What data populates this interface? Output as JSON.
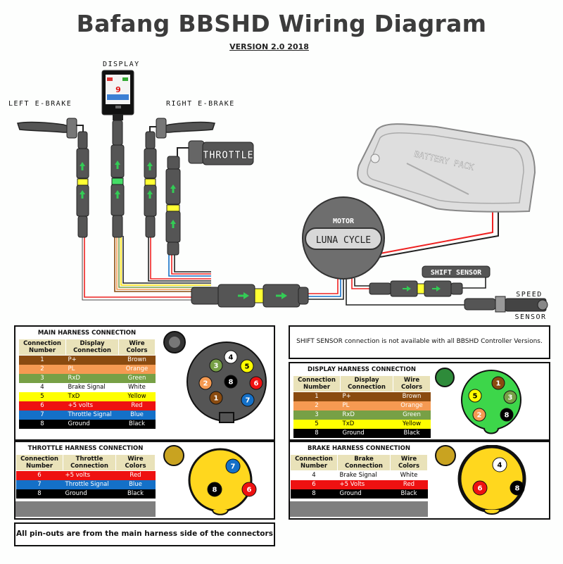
{
  "title": "Bafang BBSHD Wiring Diagram",
  "version": "VERSION 2.0  2018",
  "diagram_labels": {
    "display": "DISPLAY",
    "left_brake": "LEFT E-BRAKE",
    "right_brake": "RIGHT E-BRAKE",
    "throttle": "THROTTLE",
    "battery": "BATTERY PACK",
    "motor": "MOTOR",
    "motor_brand": "LUNA CYCLE",
    "shift_sensor": "SHIFT SENSOR",
    "speed": "SPEED",
    "sensor": "SENSOR",
    "display_screen_number": "9"
  },
  "main_harness": {
    "title": "MAIN HARNESS CONNECTION",
    "headers": [
      "Connection Number",
      "Display Connection",
      "Wire Colors"
    ],
    "rows": [
      {
        "num": "1",
        "conn": "P+",
        "color": "Brown",
        "bg": "#8a4b10",
        "fg": "#ffffff"
      },
      {
        "num": "2",
        "conn": "PL",
        "color": "Orange",
        "bg": "#f59a52",
        "fg": "#ffffff"
      },
      {
        "num": "3",
        "conn": "RxD",
        "color": "Green",
        "bg": "#77a046",
        "fg": "#ffffff"
      },
      {
        "num": "4",
        "conn": "Brake Signal",
        "color": "White",
        "bg": "#ffffff",
        "fg": "#000000"
      },
      {
        "num": "5",
        "conn": "TxD",
        "color": "Yellow",
        "bg": "#ffff00",
        "fg": "#000000"
      },
      {
        "num": "6",
        "conn": "+5 volts",
        "color": "Red",
        "bg": "#ee1111",
        "fg": "#ffffff"
      },
      {
        "num": "7",
        "conn": "Throttle Signal",
        "color": "Blue",
        "bg": "#1470c8",
        "fg": "#ffffff"
      },
      {
        "num": "8",
        "conn": "Ground",
        "color": "Black",
        "bg": "#000000",
        "fg": "#ffffff"
      }
    ],
    "pins": [
      "4",
      "5",
      "6",
      "7",
      "1",
      "2",
      "3",
      "8"
    ]
  },
  "shift_note": "SHIFT SENSOR connection is not available with all BBSHD Controller Versions.",
  "display_harness": {
    "title": "DISPLAY HARNESS CONNECTION",
    "headers": [
      "Connection Number",
      "Display Connection",
      "Wire Colors"
    ],
    "rows": [
      {
        "num": "1",
        "conn": "P+",
        "color": "Brown",
        "bg": "#8a4b10",
        "fg": "#ffffff"
      },
      {
        "num": "2",
        "conn": "PL",
        "color": "Orange",
        "bg": "#f59a52",
        "fg": "#ffffff"
      },
      {
        "num": "3",
        "conn": "RxD",
        "color": "Green",
        "bg": "#77a046",
        "fg": "#ffffff"
      },
      {
        "num": "5",
        "conn": "TxD",
        "color": "Yellow",
        "bg": "#ffff00",
        "fg": "#000000"
      },
      {
        "num": "8",
        "conn": "Ground",
        "color": "Black",
        "bg": "#000000",
        "fg": "#ffffff"
      }
    ],
    "pins": [
      "1",
      "5",
      "3",
      "2",
      "8"
    ]
  },
  "throttle_harness": {
    "title": "THROTTLE HARNESS CONNECTION",
    "headers": [
      "Connection Number",
      "Throttle Connection",
      "Wire Colors"
    ],
    "rows": [
      {
        "num": "6",
        "conn": "+5 volts",
        "color": "Red",
        "bg": "#ee1111",
        "fg": "#ffffff"
      },
      {
        "num": "7",
        "conn": "Throttle Signal",
        "color": "Blue",
        "bg": "#1470c8",
        "fg": "#ffffff"
      },
      {
        "num": "8",
        "conn": "Ground",
        "color": "Black",
        "bg": "#000000",
        "fg": "#ffffff"
      }
    ],
    "pins": [
      "7",
      "8",
      "6"
    ]
  },
  "brake_harness": {
    "title": "BRAKE HARNESS CONNECTION",
    "headers": [
      "Connection Number",
      "Brake Connection",
      "Wire Colors"
    ],
    "rows": [
      {
        "num": "4",
        "conn": "Brake Signal",
        "color": "White",
        "bg": "#ffffff",
        "fg": "#000000"
      },
      {
        "num": "6",
        "conn": "+5 Volts",
        "color": "Red",
        "bg": "#ee1111",
        "fg": "#ffffff"
      },
      {
        "num": "8",
        "conn": "Ground",
        "color": "Black",
        "bg": "#000000",
        "fg": "#ffffff"
      }
    ],
    "pins": [
      "4",
      "6",
      "8"
    ]
  },
  "footer": "All pin-outs are from the main harness side of the connectors",
  "colors": {
    "connector_body": "#555555",
    "arrow_green": "#33cc55",
    "coupler_yellow": "#ffff33",
    "battery_fill": "#dedede",
    "motor_fill": "#6e6e6e"
  }
}
